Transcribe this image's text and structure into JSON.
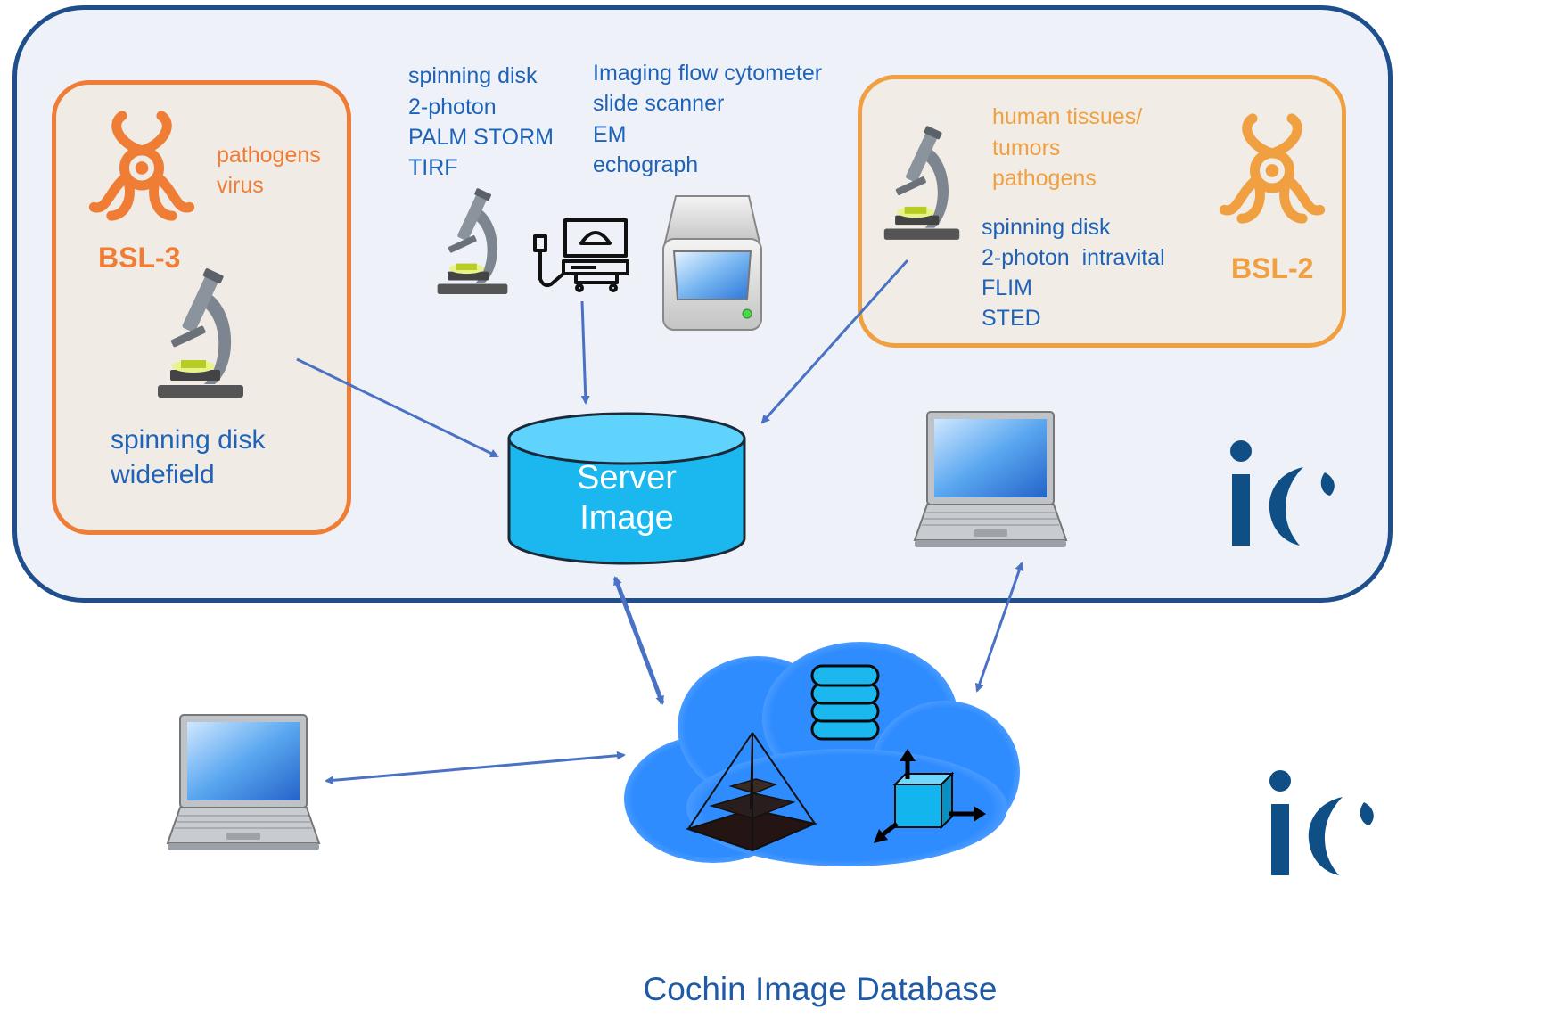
{
  "institute": {
    "region_bsl3": {
      "biohazard_label": "BSL-3",
      "pathogen_lines": [
        "pathogens",
        "virus"
      ],
      "equipment_lines": [
        "spinning disk",
        "widefield"
      ]
    },
    "center_top": {
      "microscope_lines": [
        "spinning disk",
        "2-photon",
        "PALM STORM",
        "TIRF"
      ],
      "other_lines": [
        "Imaging flow cytometer",
        "slide scanner",
        "EM",
        "echograph"
      ]
    },
    "region_bsl2": {
      "sample_lines": [
        "human tissues/",
        "tumors",
        "pathogens"
      ],
      "equipment_lines": [
        "spinning disk",
        "2-photon  intravital",
        "FLIM",
        "STED"
      ],
      "biohazard_label": "BSL-2"
    },
    "server": {
      "line1": "Server",
      "line2": "Image"
    },
    "logo_text": "ic"
  },
  "cloud": {
    "label": "Cochin Image Database"
  },
  "colors": {
    "frame_border": "#1e4e8c",
    "frame_fill": "#eef2f8",
    "bsl3_orange": "#ef7d35",
    "bsl2_orange": "#f0a040",
    "arrow": "#4a72c4",
    "text_blue": "#1f63b8",
    "cloud": "#2f8cff",
    "server_cyan": "#1ab8ee",
    "logo": "#0f4f86"
  },
  "icons": [
    "biohazard-icon",
    "microscope-icon",
    "echograph-icon",
    "scanner-icon",
    "laptop-icon",
    "database-icon",
    "pyramid-icon",
    "cube-axes-icon",
    "logo-icon"
  ]
}
